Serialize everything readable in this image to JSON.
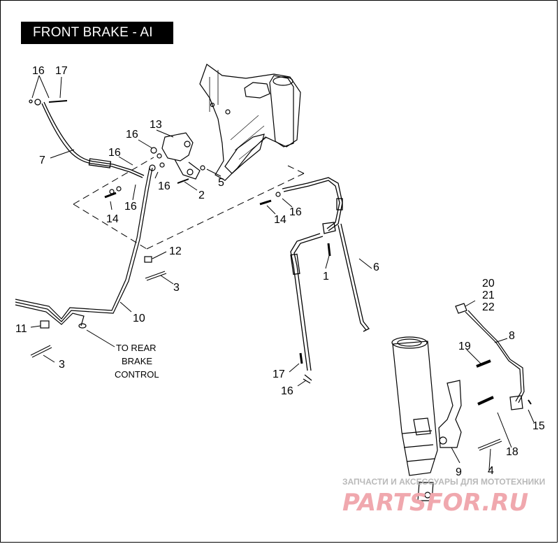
{
  "title": "FRONT BRAKE - AI",
  "callouts": {
    "c16a": "16",
    "c17a": "17",
    "c13": "13",
    "c16b": "16",
    "c16c": "16",
    "c7": "7",
    "c16d": "16",
    "c16e": "16",
    "c2": "2",
    "c5": "5",
    "c14a": "14",
    "c14b": "14",
    "c16f": "16",
    "c12": "12",
    "c3a": "3",
    "c1": "1",
    "c6": "6",
    "c10": "10",
    "c11": "11",
    "c3b": "3",
    "c20": "20",
    "c21": "21",
    "c22": "22",
    "c8": "8",
    "c19": "19",
    "c17b": "17",
    "c16g": "16",
    "c15": "15",
    "c18": "18",
    "c9": "9",
    "c4": "4"
  },
  "note_lines": [
    "TO REAR",
    "BRAKE",
    "CONTROL"
  ],
  "watermark": {
    "caption": "ЗАПЧАСТИ И АКСЕССУАРЫ ДЛЯ МОТОТЕХНИКИ",
    "brand": "PARTSFOR.RU"
  },
  "colors": {
    "ink": "#000000",
    "watermark_brand": "#f0a8ae",
    "watermark_caption": "#b9b9b9"
  }
}
